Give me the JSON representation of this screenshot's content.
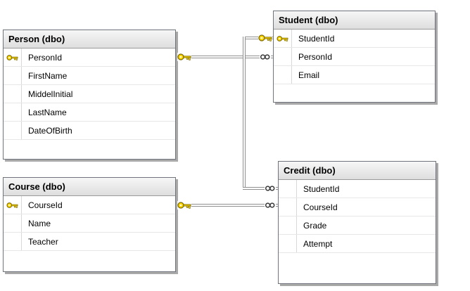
{
  "diagram": {
    "tables": [
      {
        "title": "Person (dbo)",
        "primary_key": "PersonId",
        "columns": [
          "PersonId",
          "FirstName",
          "MiddelInitial",
          "LastName",
          "DateOfBirth"
        ]
      },
      {
        "title": "Student (dbo)",
        "primary_key": "StudentId",
        "columns": [
          "StudentId",
          "PersonId",
          "Email"
        ]
      },
      {
        "title": "Course (dbo)",
        "primary_key": "CourseId",
        "columns": [
          "CourseId",
          "Name",
          "Teacher"
        ]
      },
      {
        "title": "Credit (dbo)",
        "columns": [
          "StudentId",
          "CourseId",
          "Grade",
          "Attempt"
        ]
      }
    ],
    "relations": [
      {
        "from": "Person",
        "from_end": "one-key",
        "to": "Student",
        "to_end": "many-infinity"
      },
      {
        "from": "Student",
        "from_end": "one-key",
        "to": "Credit",
        "to_end": "many-infinity"
      },
      {
        "from": "Course",
        "from_end": "one-key",
        "to": "Credit",
        "to_end": "many-infinity"
      }
    ],
    "icons": {
      "primary_key": "gold-key",
      "one_cardinality": "gold-key",
      "many_cardinality": "infinity"
    }
  }
}
